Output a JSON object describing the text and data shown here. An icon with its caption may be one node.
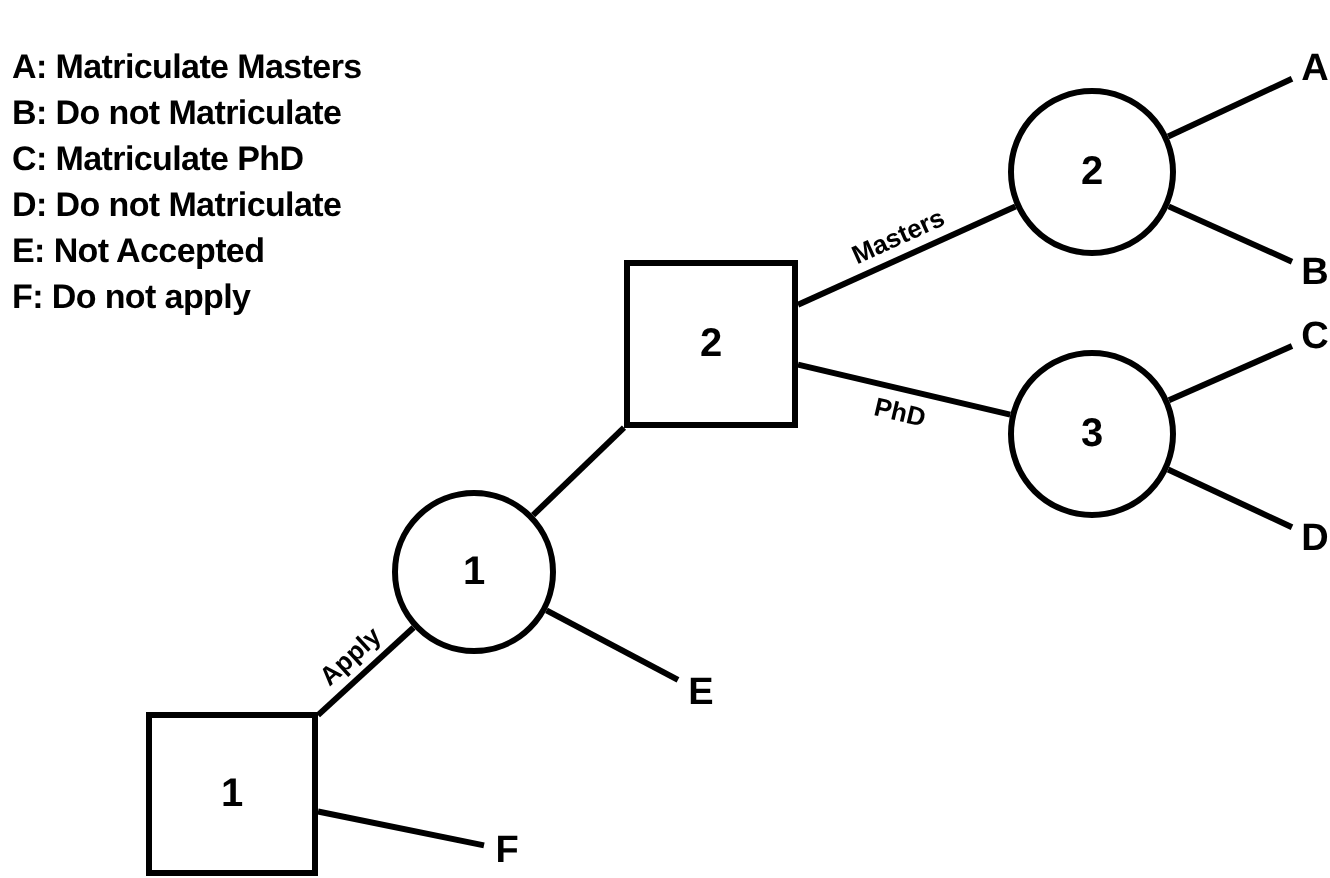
{
  "diagram": {
    "nodes": [
      {
        "text": [
          "1"
        ]
      },
      {
        "text": [
          "1"
        ]
      },
      {
        "text": [
          "2"
        ]
      },
      {
        "text": [
          "2"
        ]
      },
      {
        "text": [
          "3"
        ]
      },
      {
        "text": [
          "A"
        ]
      },
      {
        "text": [
          "B"
        ]
      },
      {
        "text": [
          "C"
        ]
      },
      {
        "text": [
          "D"
        ]
      },
      {
        "text": [
          "E"
        ]
      },
      {
        "text": [
          "F"
        ]
      }
    ],
    "edges": [
      {
        "from": 0,
        "to": 1,
        "arrow": "none",
        "label": "Apply"
      },
      {
        "from": 0,
        "to": 10,
        "arrow": "none"
      },
      {
        "from": 1,
        "to": 2,
        "arrow": "none"
      },
      {
        "from": 1,
        "to": 9,
        "arrow": "none"
      },
      {
        "from": 2,
        "to": 3,
        "arrow": "none",
        "label": "Masters"
      },
      {
        "from": 2,
        "to": 4,
        "arrow": "none",
        "label": "PhD"
      },
      {
        "from": 3,
        "to": 5,
        "arrow": "none"
      },
      {
        "from": 3,
        "to": 6,
        "arrow": "none"
      },
      {
        "from": 4,
        "to": 7,
        "arrow": "none"
      },
      {
        "from": 4,
        "to": 8,
        "arrow": "none"
      }
    ],
    "labels": [
      "A: Matriculate Masters",
      "B: Do not Matriculate",
      "C: Matriculate PhD",
      "D: Do not Matriculate",
      "E: Not Accepted",
      "F: Do not apply"
    ]
  }
}
